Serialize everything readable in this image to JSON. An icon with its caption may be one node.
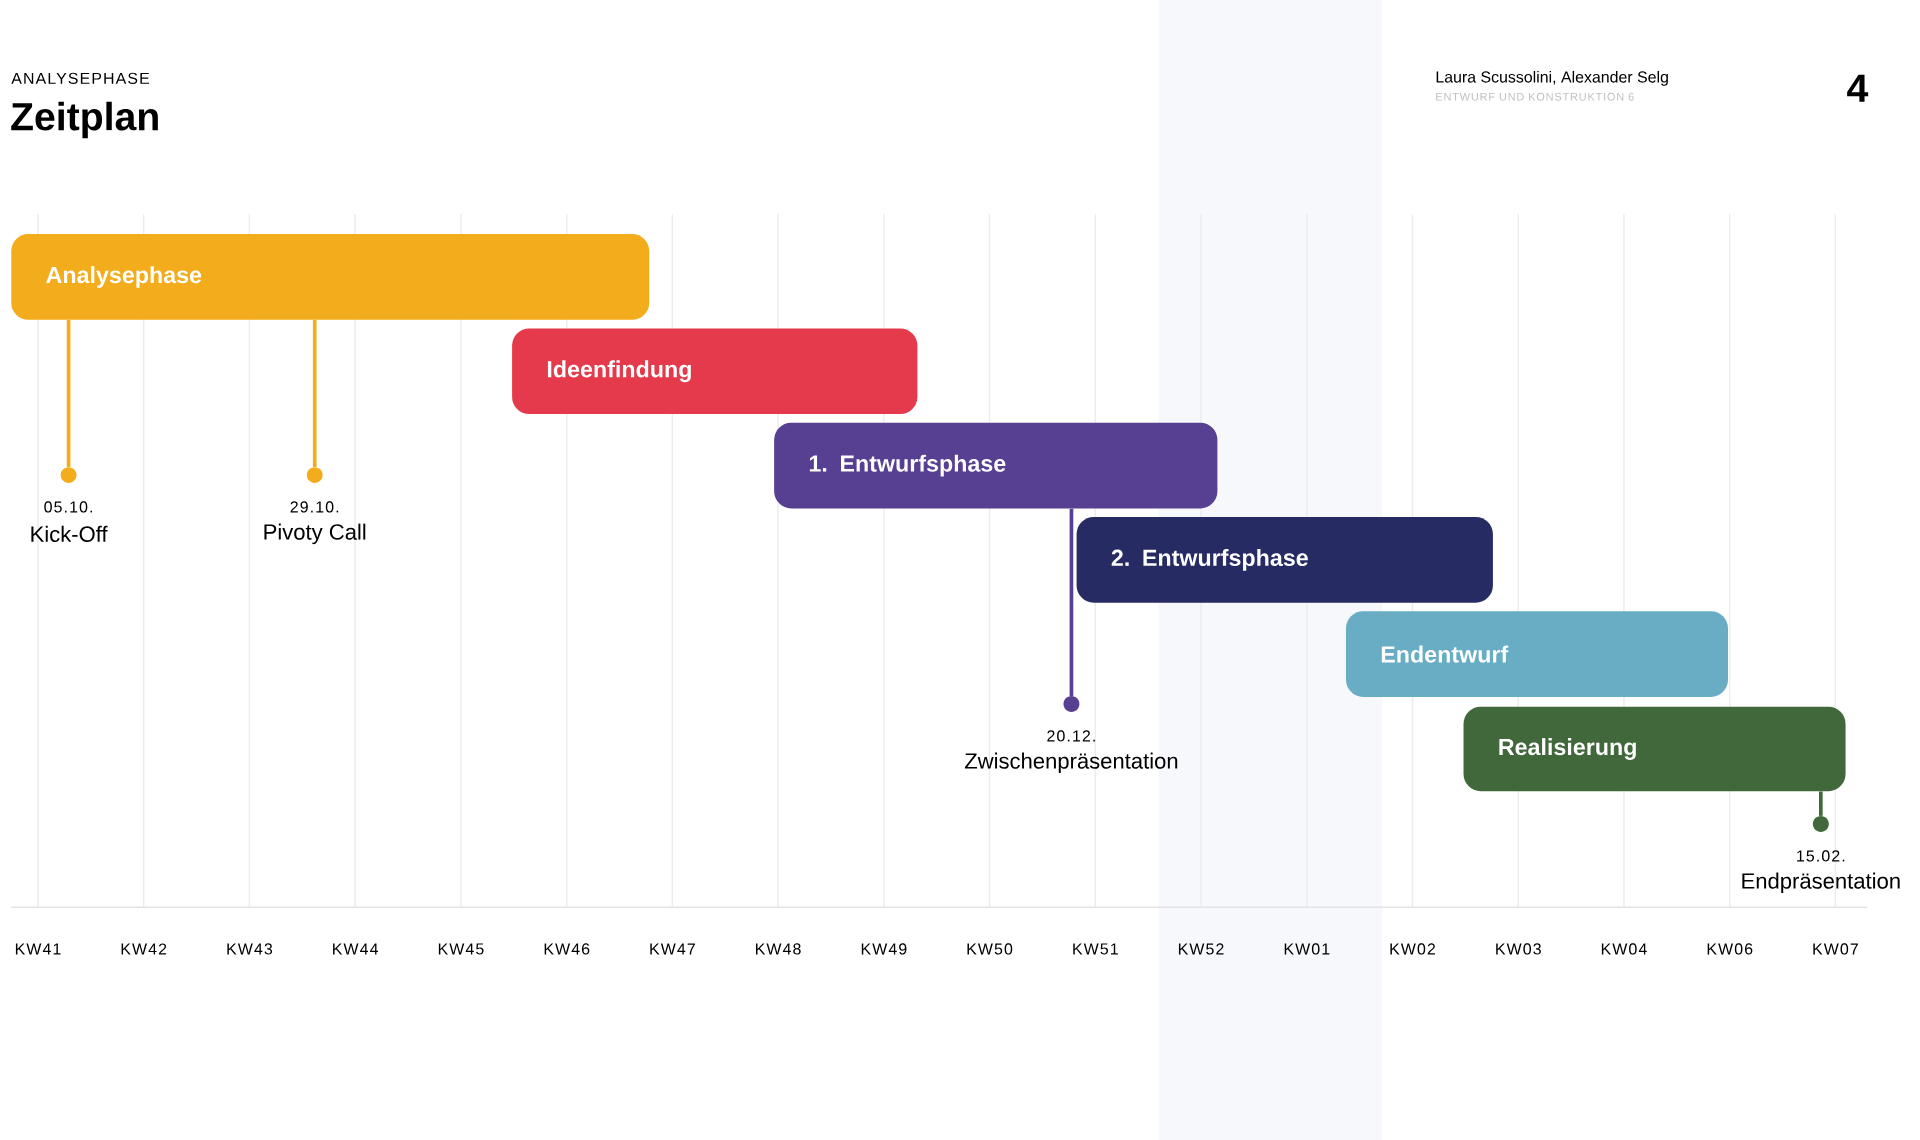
{
  "diagram": {
    "title": "Zeitplan",
    "nodes": [
      {
        "text": [
          "Analysephase"
        ]
      },
      {
        "text": [
          "Ideenfindung"
        ]
      },
      {
        "text": [
          "1. Entwurfsphase"
        ]
      },
      {
        "text": [
          "2. Entwurfsphase"
        ]
      },
      {
        "text": [
          "Endentwurf"
        ]
      },
      {
        "text": [
          "Realisierung"
        ]
      },
      {
        "text": [],
        "shape": "circle",
        "beside": [
          "05.10.",
          "Kick-Off"
        ]
      },
      {
        "text": [],
        "shape": "circle",
        "beside": [
          "29.10.",
          "Pivoty Call"
        ]
      },
      {
        "text": [],
        "shape": "circle",
        "beside": [
          "20.12.",
          "Zwischenpräsentation"
        ]
      },
      {
        "text": [],
        "shape": "circle",
        "beside": [
          "15.02.",
          "Endpräsentation"
        ]
      }
    ],
    "edges": [
      {
        "from": 0,
        "to": 6,
        "arrow": "none",
        "color": "#f3ac1b"
      },
      {
        "from": 0,
        "to": 7,
        "arrow": "none",
        "color": "#f3ac1b"
      },
      {
        "from": 2,
        "to": 8,
        "arrow": "none",
        "color": "#573f92"
      },
      {
        "from": 5,
        "to": 9,
        "arrow": "none",
        "color": "#41683a"
      }
    ],
    "labels": [
      "ANALYSEPHASE",
      "Laura Scussolini, Alexander Selg",
      "ENTWURF UND KONSTRUKTION 6",
      "4",
      "KW41",
      "KW42",
      "KW43",
      "KW44",
      "KW45",
      "KW46",
      "KW47",
      "KW48",
      "KW49",
      "KW50",
      "KW51",
      "KW52",
      "KW01",
      "KW02",
      "KW03",
      "KW04",
      "KW06",
      "KW07"
    ]
  }
}
